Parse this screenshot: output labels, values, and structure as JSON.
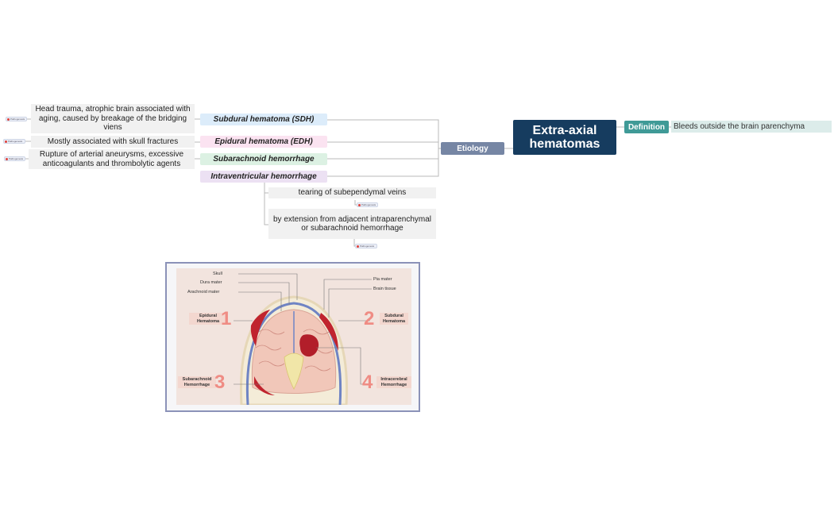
{
  "central": {
    "title": "Extra-axial hematomas"
  },
  "definition": {
    "label": "Definition",
    "text": "Bleeds outside the brain parenchyma"
  },
  "etiology": {
    "label": "Etiology"
  },
  "types": [
    {
      "name": "Subdural hematoma (SDH)",
      "note": "Head trauma, atrophic brain associated with aging, caused by breakage of the bridging viens",
      "tag": "Pathogenesis"
    },
    {
      "name": "Epidural hematoma (EDH)",
      "note": "Mostly associated with skull fractures",
      "tag": "Pathogenesis"
    },
    {
      "name": "Subarachnoid hemorrhage",
      "note": "Rupture of arterial aneurysms, excessive anticoagulants and thrombolytic agents",
      "tag": "Pathogenesis"
    },
    {
      "name": "Intraventricular hemorrhage",
      "notes": [
        "tearing of subependymal veins",
        "by extension from adjacent intraparenchymal or subarachnoid hemorrhage"
      ],
      "tags": [
        "Pathogenesis",
        "Pathogenesis"
      ]
    }
  ],
  "figure": {
    "labels": [
      "Skull",
      "Dura mater",
      "Arachnoid mater",
      "Pia mater",
      "Brain tissue"
    ],
    "boxes": [
      {
        "num": "1",
        "text": "Epidural Hematoma"
      },
      {
        "num": "2",
        "text": "Subdural Hematoma"
      },
      {
        "num": "3",
        "text": "Subarachnoid Hemorrhage"
      },
      {
        "num": "4",
        "text": "Intracerebral Hemorrhage"
      }
    ],
    "colors": {
      "brain": "#f1c7b9",
      "blood": "#c0242e",
      "skull": "#f4ecd8",
      "membrane": "#6f84c4"
    }
  }
}
